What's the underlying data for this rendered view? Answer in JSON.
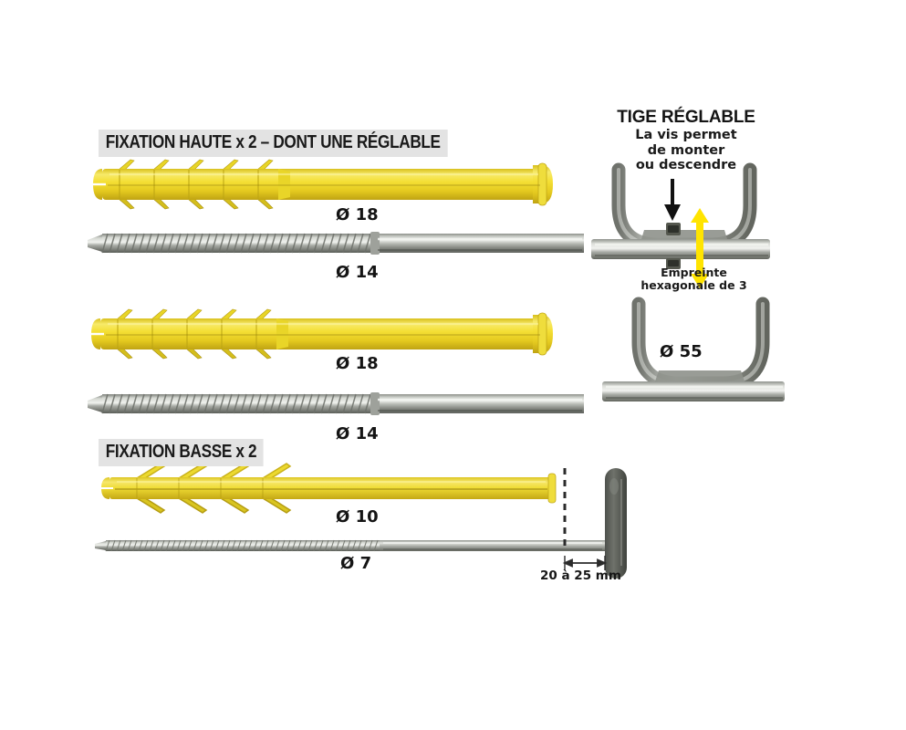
{
  "document": {
    "type": "product-assembly-diagram",
    "language": "fr",
    "background_color": "#ffffff"
  },
  "sections": {
    "haute": {
      "banner": "FIXATION HAUTE x 2 – DONT UNE RÉGLABLE",
      "items": [
        {
          "name": "wall-plug",
          "diameter_label": "Ø 18",
          "color": "#f2dc2e"
        },
        {
          "name": "screw-rod",
          "diameter_label": "Ø 14",
          "color": "#b9b9b4"
        },
        {
          "name": "wall-plug",
          "diameter_label": "Ø 18",
          "color": "#f2dc2e"
        },
        {
          "name": "screw-rod",
          "diameter_label": "Ø 14",
          "color": "#b9b9b4"
        }
      ]
    },
    "basse": {
      "banner": "FIXATION BASSE x 2",
      "items": [
        {
          "name": "wall-plug",
          "diameter_label": "Ø 10",
          "color": "#e8d63a"
        },
        {
          "name": "screw-rod",
          "diameter_label": "Ø 7",
          "color": "#b9b9b4"
        }
      ],
      "dimension": "20 à 25 mm"
    }
  },
  "tige": {
    "title": "TIGE RÉGLABLE",
    "note_line1": "La vis permet",
    "note_line2": "de monter",
    "note_line3": "ou descendre",
    "screw_note_line1": "Empreinte",
    "screw_note_line2": "hexagonale de 3",
    "cradle_label": "Ø 55",
    "adjust_arrow_color": "#ffe400",
    "metal_color": "#9a9e99"
  },
  "labels": {
    "d18_a": "Ø 18",
    "d14_a": "Ø 14",
    "d18_b": "Ø 18",
    "d14_b": "Ø 14",
    "d10": "Ø 10",
    "d7": "Ø 7",
    "d55": "Ø 55",
    "depth": "20 à 25 mm"
  },
  "colors": {
    "plug_yellow": "#f0d92c",
    "plug_yellow_dark": "#c9ae16",
    "metal_light": "#d9dbd6",
    "metal_mid": "#9fa29c",
    "metal_dark": "#6e716b",
    "banner_gray": "#e3e3e3",
    "text": "#1a1a1a",
    "accent_yellow": "#ffe400"
  }
}
